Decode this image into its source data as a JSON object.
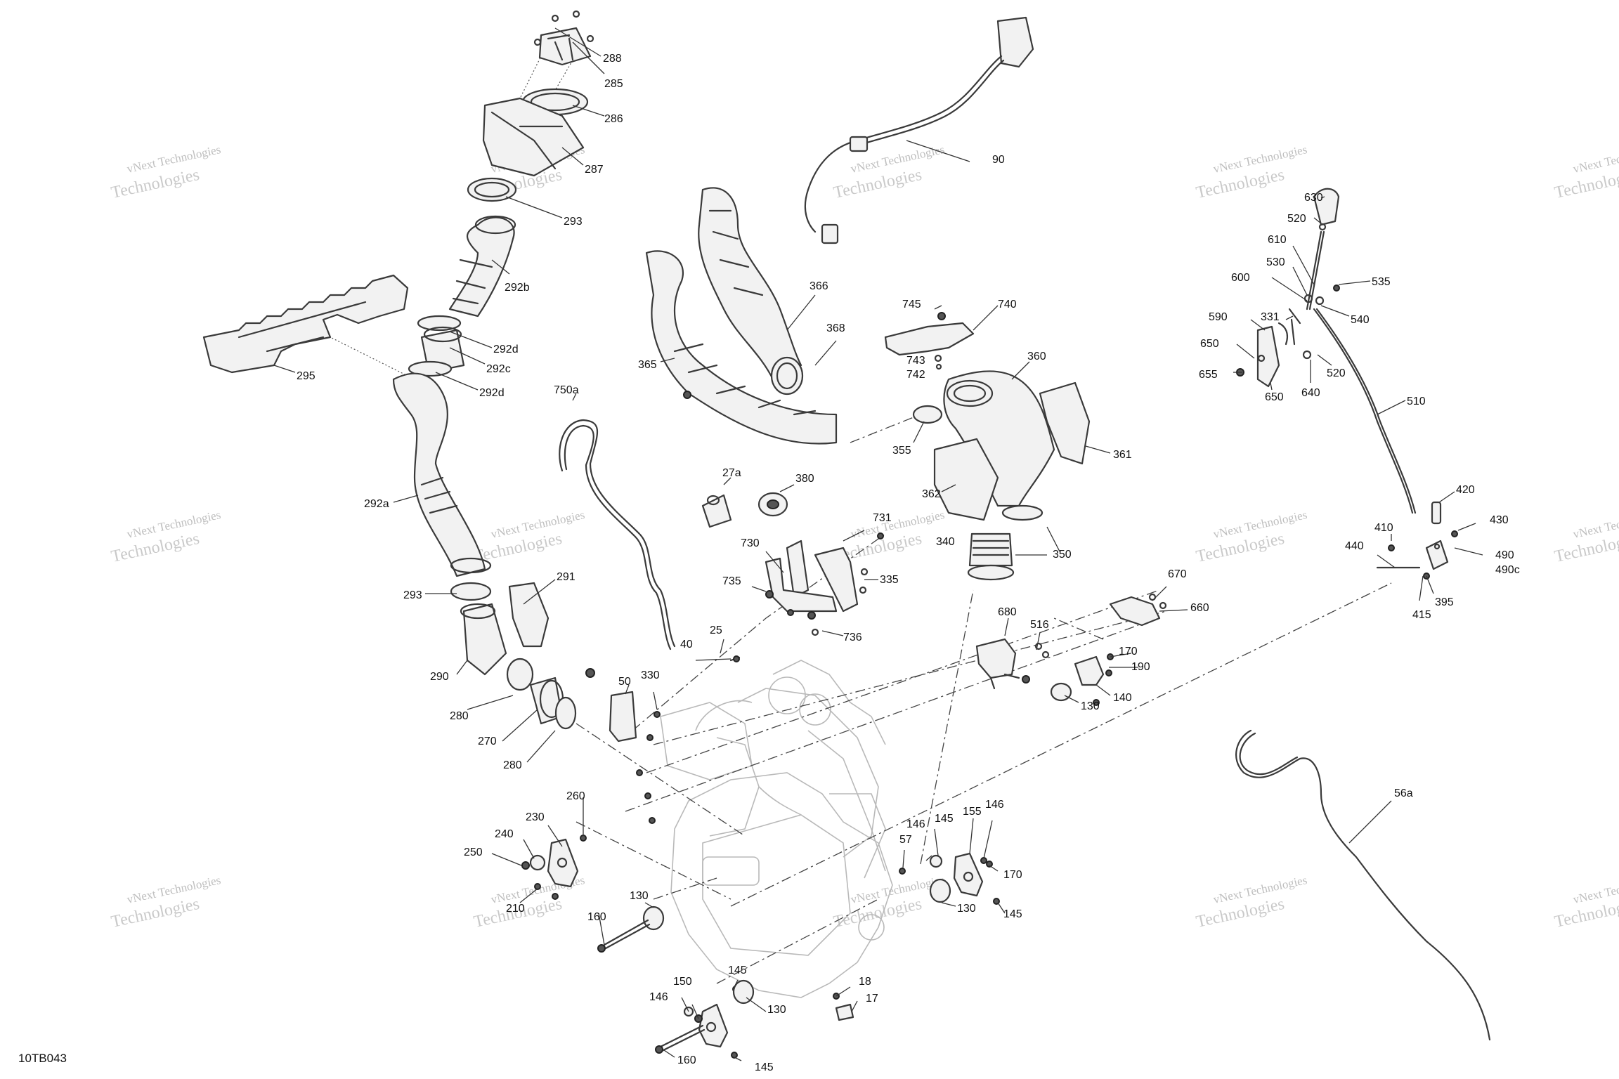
{
  "diagram_id": "10TB043",
  "watermark": {
    "line1": "vNext Technologies",
    "line2": "Technologies"
  },
  "callouts": [
    "288",
    "285",
    "286",
    "287",
    "293",
    "292b",
    "292d",
    "292c",
    "292d",
    "295",
    "292a",
    "293",
    "291",
    "290",
    "280",
    "270",
    "280",
    "90",
    "366",
    "368",
    "365",
    "745",
    "740",
    "743",
    "742",
    "360",
    "355",
    "361",
    "362",
    "350",
    "340",
    "750a",
    "27a",
    "380",
    "731",
    "730",
    "735",
    "335",
    "736",
    "25",
    "40",
    "50",
    "330",
    "630",
    "520",
    "610",
    "535",
    "530",
    "600",
    "540",
    "331",
    "590",
    "650",
    "655",
    "650",
    "640",
    "520",
    "510",
    "420",
    "430",
    "410",
    "440",
    "490",
    "490c",
    "395",
    "415",
    "670",
    "660",
    "680",
    "516",
    "170",
    "190",
    "140",
    "130",
    "56a",
    "260",
    "230",
    "240",
    "250",
    "210",
    "130",
    "160",
    "155",
    "146",
    "145",
    "146",
    "57",
    "170",
    "130",
    "145",
    "18",
    "17",
    "145",
    "150",
    "146",
    "130",
    "160",
    "145"
  ]
}
